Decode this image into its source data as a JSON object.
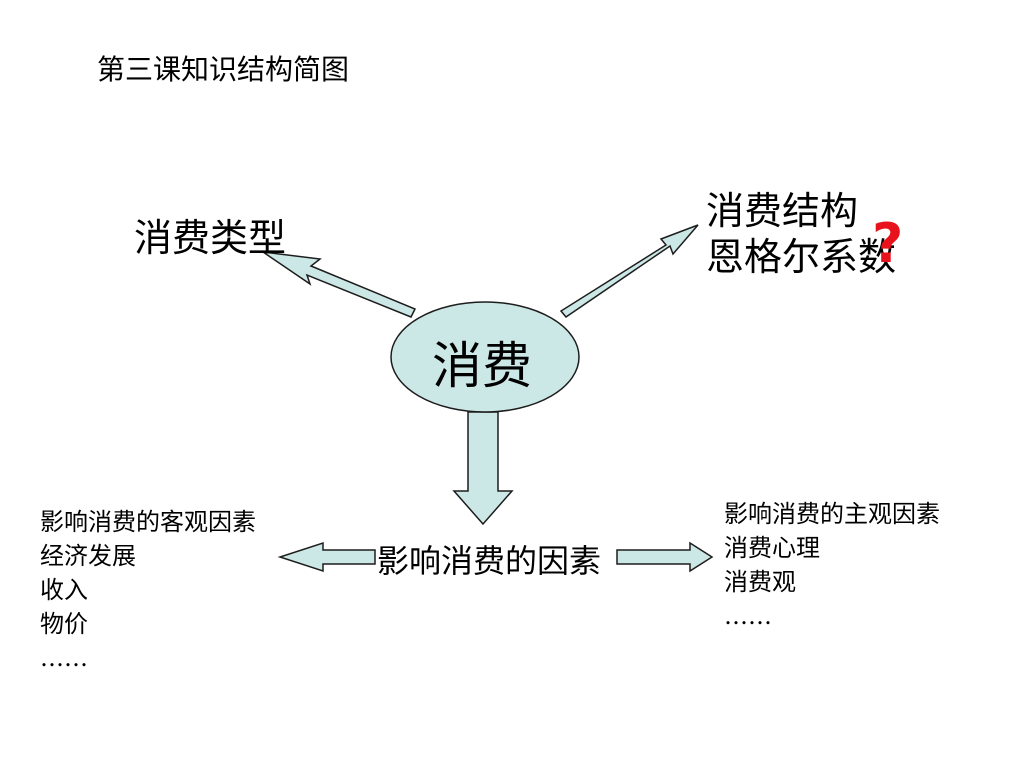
{
  "title": "第三课知识结构简图",
  "center": "消费",
  "branches": {
    "type": "消费类型",
    "structure": [
      "消费结构",
      "恩格尔系数"
    ],
    "question_mark": "?",
    "factors": "影响消费的因素"
  },
  "objective_factors": {
    "heading": "影响消费的客观因素",
    "items": [
      "经济发展",
      "收入",
      "物价",
      "……"
    ]
  },
  "subjective_factors": {
    "heading": "影响消费的主观因素",
    "items": [
      "消费心理",
      "消费观",
      "……"
    ]
  },
  "colors": {
    "shape_fill": "#cce8e6",
    "shape_stroke": "#1d1d1d",
    "question_mark": "#e8121c"
  }
}
